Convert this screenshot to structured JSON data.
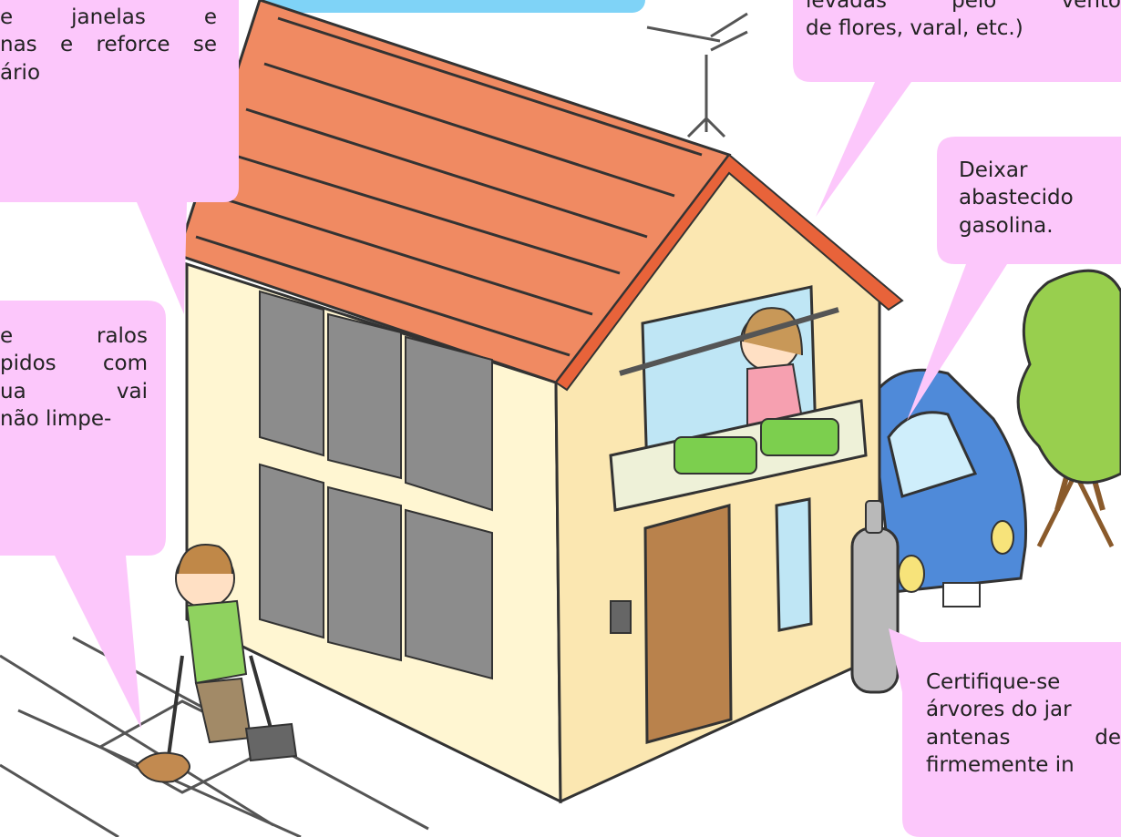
{
  "callouts": {
    "windows": {
      "lines": [
        "e janelas e",
        "nas e reforce se",
        "ário"
      ]
    },
    "drains": {
      "lines": [
        "e ralos",
        "pidos com",
        "ua vai",
        "não limpe-"
      ]
    },
    "wind": {
      "lines": [
        "levadas pelo vento",
        "de flores, varal, etc.)"
      ]
    },
    "car": {
      "lines": [
        "Deixar",
        "abastecido",
        "gasolina."
      ]
    },
    "trees": {
      "lines": [
        " Certifique-se",
        "árvores do jar",
        "antenas de",
        "firmemente in"
      ]
    }
  },
  "colors": {
    "bubble": "#fcc7fb",
    "top_banner": "#7fd3f7",
    "roof": "#f08a62",
    "wall": "#fff6d2",
    "shutter": "#8c8c8c",
    "door": "#b9824c",
    "car": "#4f8ad9",
    "tree": "#98cf4e"
  },
  "icons": {
    "antenna": "tv-antenna-icon",
    "gas": "gas-cylinder-icon"
  }
}
